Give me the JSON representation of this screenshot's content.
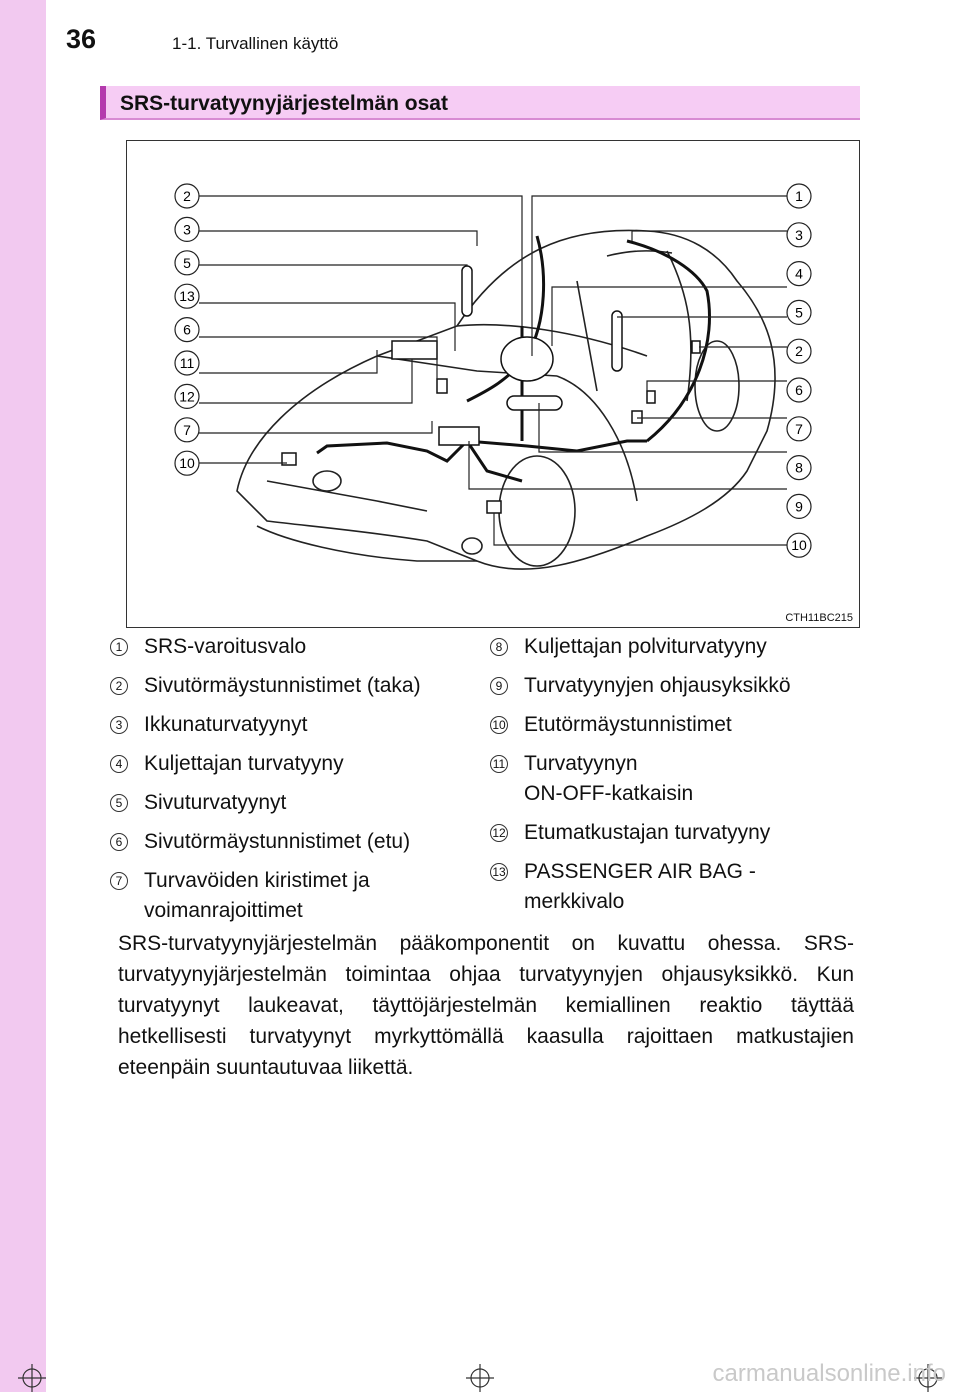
{
  "page_number": "36",
  "chapter": "1-1. Turvallinen käyttö",
  "section_title": "SRS-turvatyynyjärjestelmän osat",
  "figure_code": "CTH11BC215",
  "callouts_left": [
    "2",
    "3",
    "5",
    "13",
    "6",
    "11",
    "12",
    "7",
    "10"
  ],
  "callouts_right": [
    "1",
    "3",
    "4",
    "5",
    "2",
    "6",
    "7",
    "8",
    "9",
    "10"
  ],
  "legend_left": [
    {
      "num": "1",
      "text": "SRS-varoitusvalo"
    },
    {
      "num": "2",
      "text": "Sivutörmäystunnistimet (taka)"
    },
    {
      "num": "3",
      "text": "Ikkunaturvatyynyt"
    },
    {
      "num": "4",
      "text": "Kuljettajan turvatyyny"
    },
    {
      "num": "5",
      "text": "Sivuturvatyynyt"
    },
    {
      "num": "6",
      "text": "Sivutörmäystunnistimet (etu)"
    },
    {
      "num": "7",
      "text": "Turvavöiden kiristimet ja\nvoimanrajoittimet"
    }
  ],
  "legend_right": [
    {
      "num": "8",
      "text": "Kuljettajan polviturvatyyny"
    },
    {
      "num": "9",
      "text": "Turvatyynyjen ohjausyksikkö"
    },
    {
      "num": "10",
      "text": "Etutörmäystunnistimet"
    },
    {
      "num": "11",
      "text": "Turvatyynyn\nON-OFF-katkaisin"
    },
    {
      "num": "12",
      "text": "Etumatkustajan turvatyyny"
    },
    {
      "num": "13",
      "text": "PASSENGER AIR BAG -\nmerkkivalo"
    }
  ],
  "paragraph": "SRS-turvatyynyjärjestelmän pääkomponentit on kuvattu ohessa. SRS-turvatyynyjärjestelmän toimintaa ohjaa turvatyynyjen ohjausyksikkö. Kun turvatyynyt laukeavat, täyttöjärjestelmän kemiallinen reaktio täyttää hetkellisesti turvatyynyt myrkyttömällä kaasulla rajoittaen matkustajien eteenpäin suuntautuvaa liikettä.",
  "watermark": "carmanualsonline.info"
}
